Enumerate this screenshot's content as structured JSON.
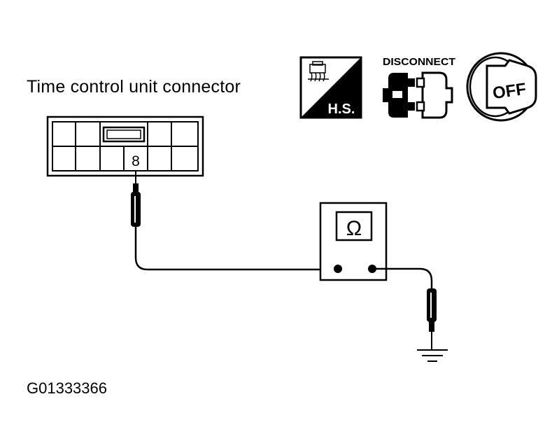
{
  "title": "Time control unit connector",
  "connector": {
    "terminal_label": "8"
  },
  "icons": {
    "hs_label": "H.S.",
    "disconnect_label": "DISCONNECT",
    "ignition_label": "OFF"
  },
  "meter": {
    "symbol": "Ω"
  },
  "figure_code": "G01333366"
}
